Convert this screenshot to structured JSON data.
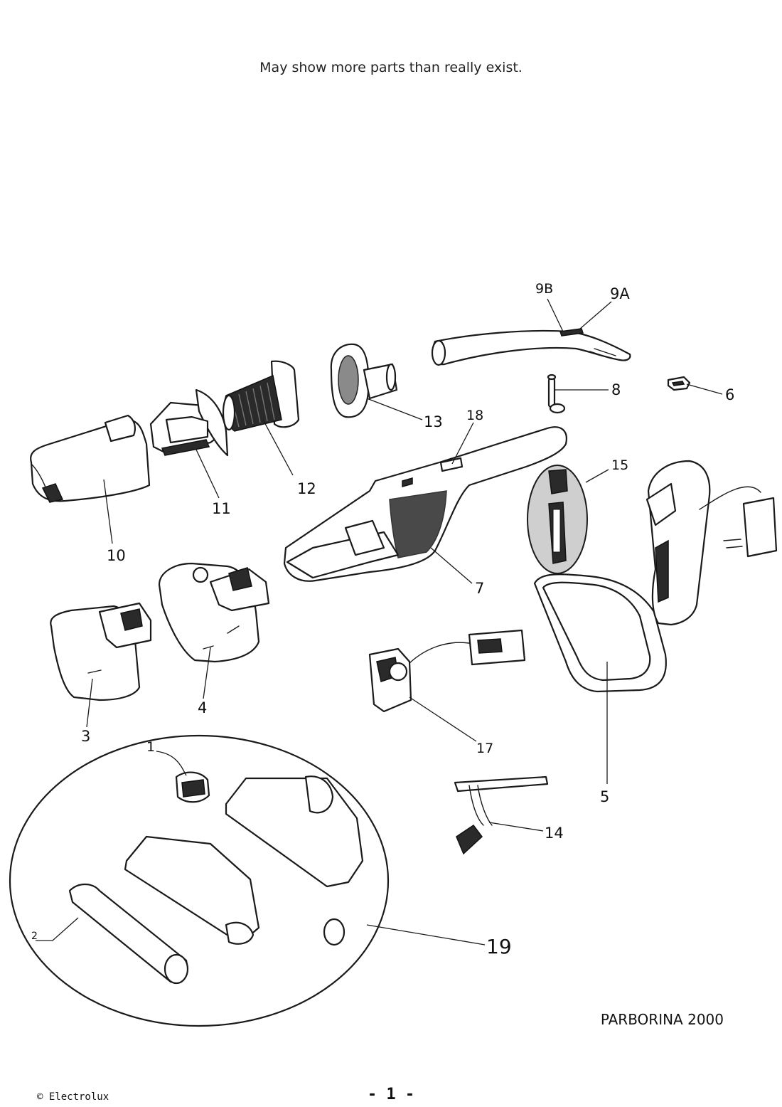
{
  "note": "May show more parts than really exist.",
  "model": "PARBORINA 2000",
  "copyright": "© Electrolux",
  "page_number": "- 1 -",
  "labels": {
    "p1": "1",
    "p2": "2",
    "p3": "3",
    "p4": "4",
    "p5": "5",
    "p6": "6",
    "p7": "7",
    "p8": "8",
    "p9a": "9A",
    "p9b": "9B",
    "p10": "10",
    "p11": "11",
    "p12": "12",
    "p13": "13",
    "p14": "14",
    "p15": "15",
    "p17": "17",
    "p18": "18",
    "p19": "19"
  }
}
